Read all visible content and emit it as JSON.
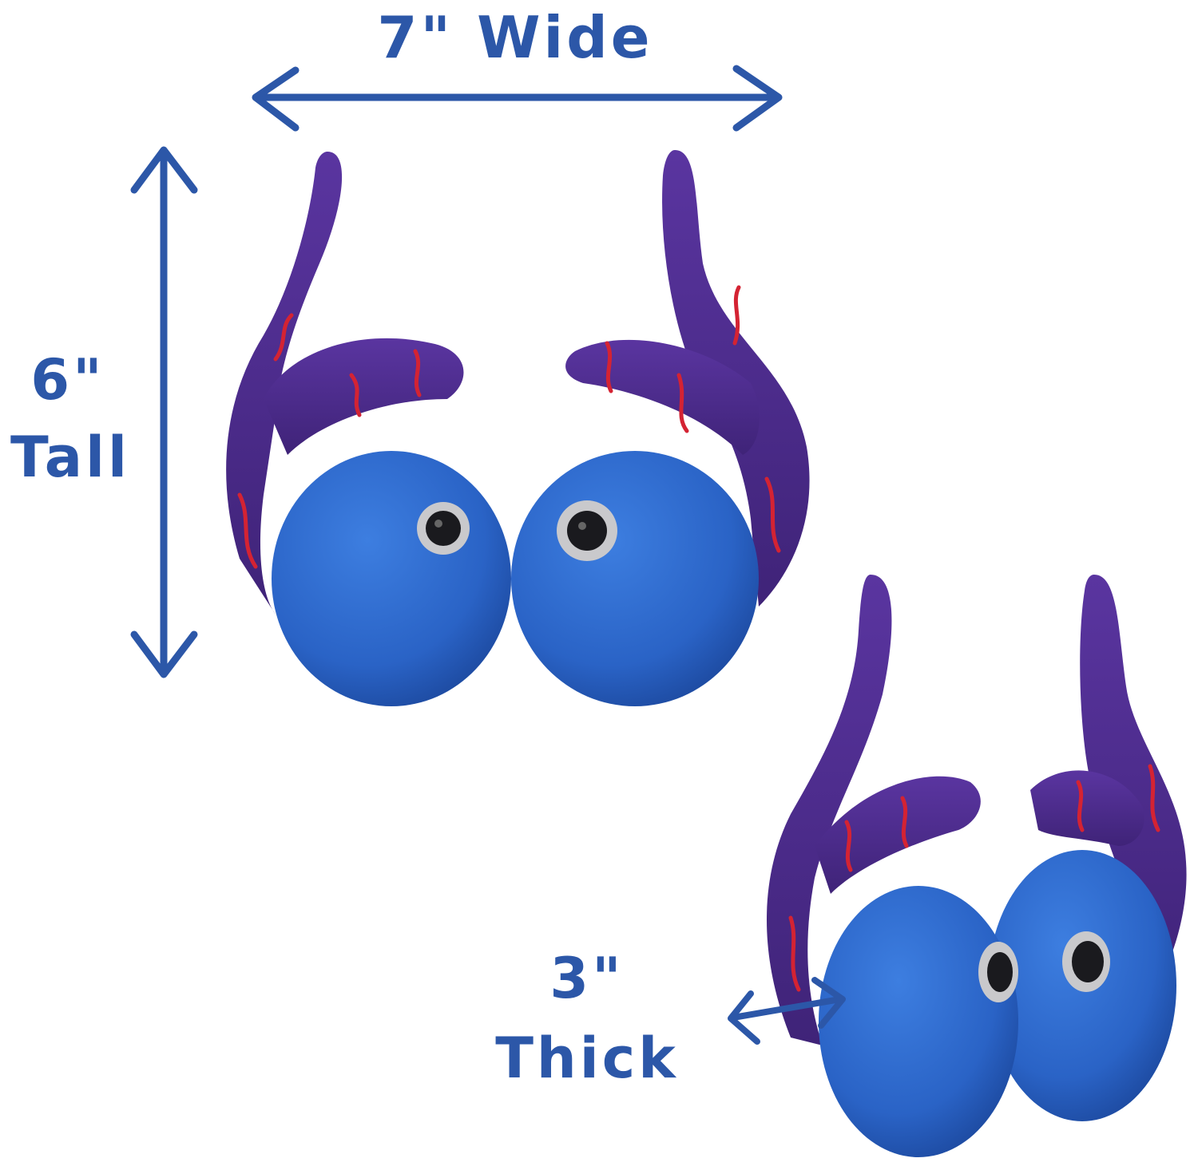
{
  "labels": {
    "width": "7\" Wide",
    "height_value": "6\"",
    "height_word": "Tall",
    "thickness_value": "3\"",
    "thickness_word": "Thick"
  },
  "colors": {
    "annotation": "#2c57a8",
    "plush_blue": "#2a66cc",
    "plush_purple": "#4e2c8c",
    "vein_red": "#d42333"
  }
}
